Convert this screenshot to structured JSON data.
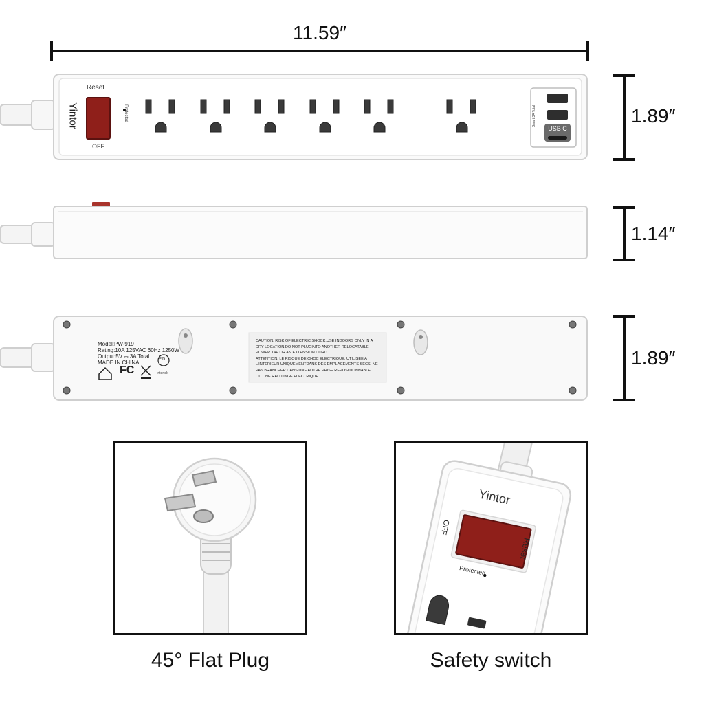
{
  "dimensions": {
    "length": "11.59″",
    "height_top": "1.89″",
    "depth_side": "1.14″",
    "height_bottom": "1.89″"
  },
  "top_view": {
    "brand": "Yintor",
    "reset": "Reset",
    "off": "OFF",
    "protected": "Protected",
    "usb_note": "Smart 3A Total",
    "usb_c": "USB C"
  },
  "bottom_view": {
    "spec_lines": [
      "Model:PW-919",
      "Rating:10A 125VAC 60Hz 1250W",
      "Output:5V ⎓ 3A Total",
      "MADE IN CHINA"
    ],
    "caution_lines": [
      "CAUTION: RISK OF ELECTRIC SHOCK.USE INDOORS ONLY IN A",
      "DRY LOCATION.DO NOT PLUGINTO ANOTHER RELOCATABLE",
      "POWER TAP OR AN EXTENSION CORD.",
      "ATTENTION: LE RISQUE DE CHOC ELECTRIQUE. UTILISEE A",
      "L'INTERIEUR UNIQUEMENTDANS DES EMPLACEMENTS SECS. NE",
      "PAS BRANCHER DANS UNE AUTRE PRISE REPOSITIONNABLE",
      "OU UNE RALLONGE ELECTRIQUE."
    ],
    "fc_mark": "FC",
    "etl_mark": "ETL",
    "etl_note": "Intertek"
  },
  "closeup": {
    "brand": "Yintor",
    "off": "OFF",
    "reset": "Reset",
    "protected": "Protected"
  },
  "captions": {
    "plug": "45° Flat Plug",
    "switch": "Safety switch"
  },
  "colors": {
    "switch_red": "#8f1f1a",
    "body_white": "#f7f7f7",
    "outline": "#cfcfcf"
  }
}
